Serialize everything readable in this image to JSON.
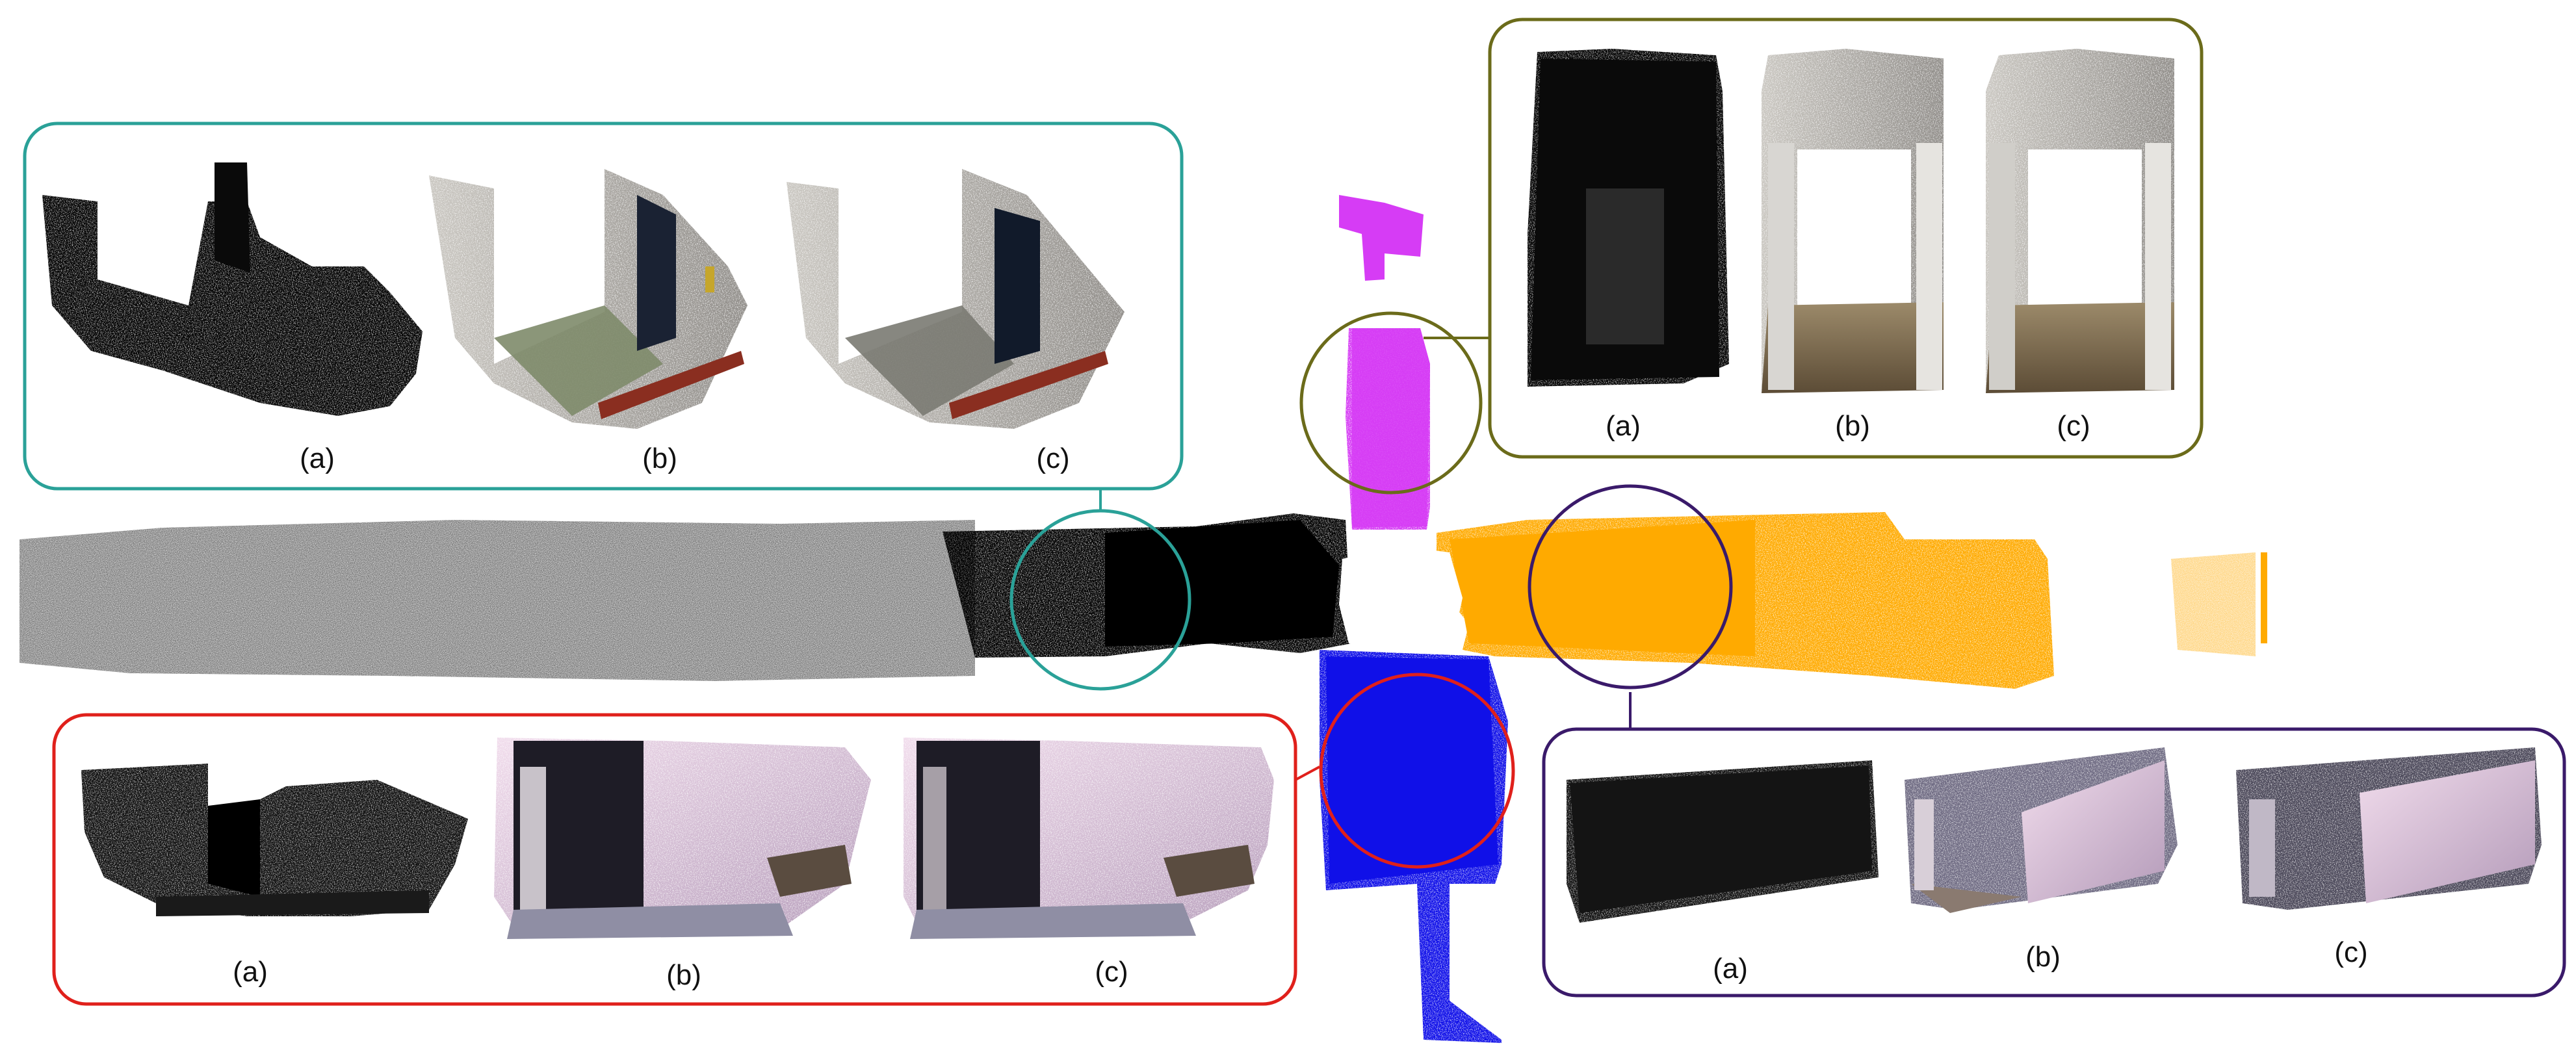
{
  "colors": {
    "teal": "#2aa198",
    "olive": "#6b6b1a",
    "red": "#e0201b",
    "purple": "#3a1a6a",
    "magenta_cloud": "#d63cf5",
    "orange_cloud": "#ffaa00",
    "blue_cloud": "#1010e8",
    "black_cloud": "#000000"
  },
  "panels": {
    "teal": {
      "labels": [
        "(a)",
        "(b)",
        "(c)"
      ]
    },
    "olive": {
      "labels": [
        "(a)",
        "(b)",
        "(c)"
      ]
    },
    "red": {
      "labels": [
        "(a)",
        "(b)",
        "(c)"
      ]
    },
    "purple": {
      "labels": [
        "(a)",
        "(b)",
        "(c)"
      ]
    }
  }
}
